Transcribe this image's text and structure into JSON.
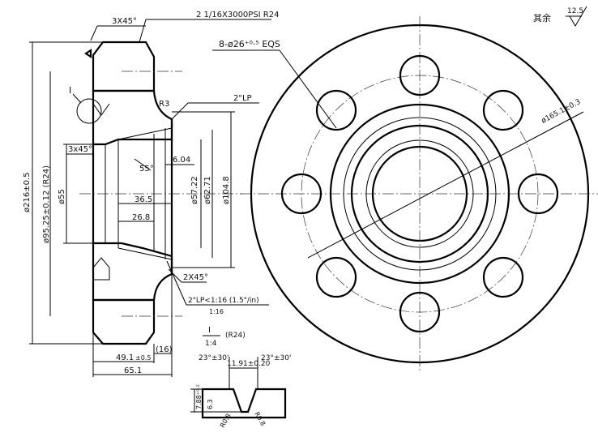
{
  "front_view": {
    "thread_note": "2 1/16X3000PSI R24",
    "top_chamfer": "3X45°",
    "detail_ref": "I",
    "fillet": "R3",
    "bore_chamfer": "3x45°",
    "taper_note": "2\"LP",
    "cone_angle": "55°",
    "dim_604": "6.04",
    "dim_365": "36.5",
    "dim_268": "26.8",
    "dia_5722": "ø57.22",
    "dia_6271": "ø62.71",
    "dia_1048": "ø104.8",
    "dia_216": "ø216±0.5",
    "dia_ring": "ø95.25±0.12 (R24)",
    "dia_55": "ø55",
    "chamfer_lower": "2X45°",
    "taper_lower": "2\"LP<1:16 (1.5\"/in)",
    "taper_ratio": "1:16",
    "len_49": "49.1",
    "len_49_tol": "±0.5",
    "len_16": "(16)",
    "len_651": "65.1"
  },
  "side_view": {
    "holes_note": "8-ø26⁺⁰·⁵ EQS",
    "bolt_circle": "ø165.1±0.3"
  },
  "detail": {
    "scale_num": "I",
    "scale_den": "1:4",
    "ring": "(R24)",
    "angle_left": "23°±30'",
    "angle_right": "23°±30'",
    "width": "11.91±0.20",
    "depth": "7.88⁺⁰·²",
    "bottom": "6.3",
    "radius_left": "R0.8",
    "radius_right": "R0.8"
  },
  "surface_finish": {
    "label": "其余",
    "value": "12.5"
  }
}
